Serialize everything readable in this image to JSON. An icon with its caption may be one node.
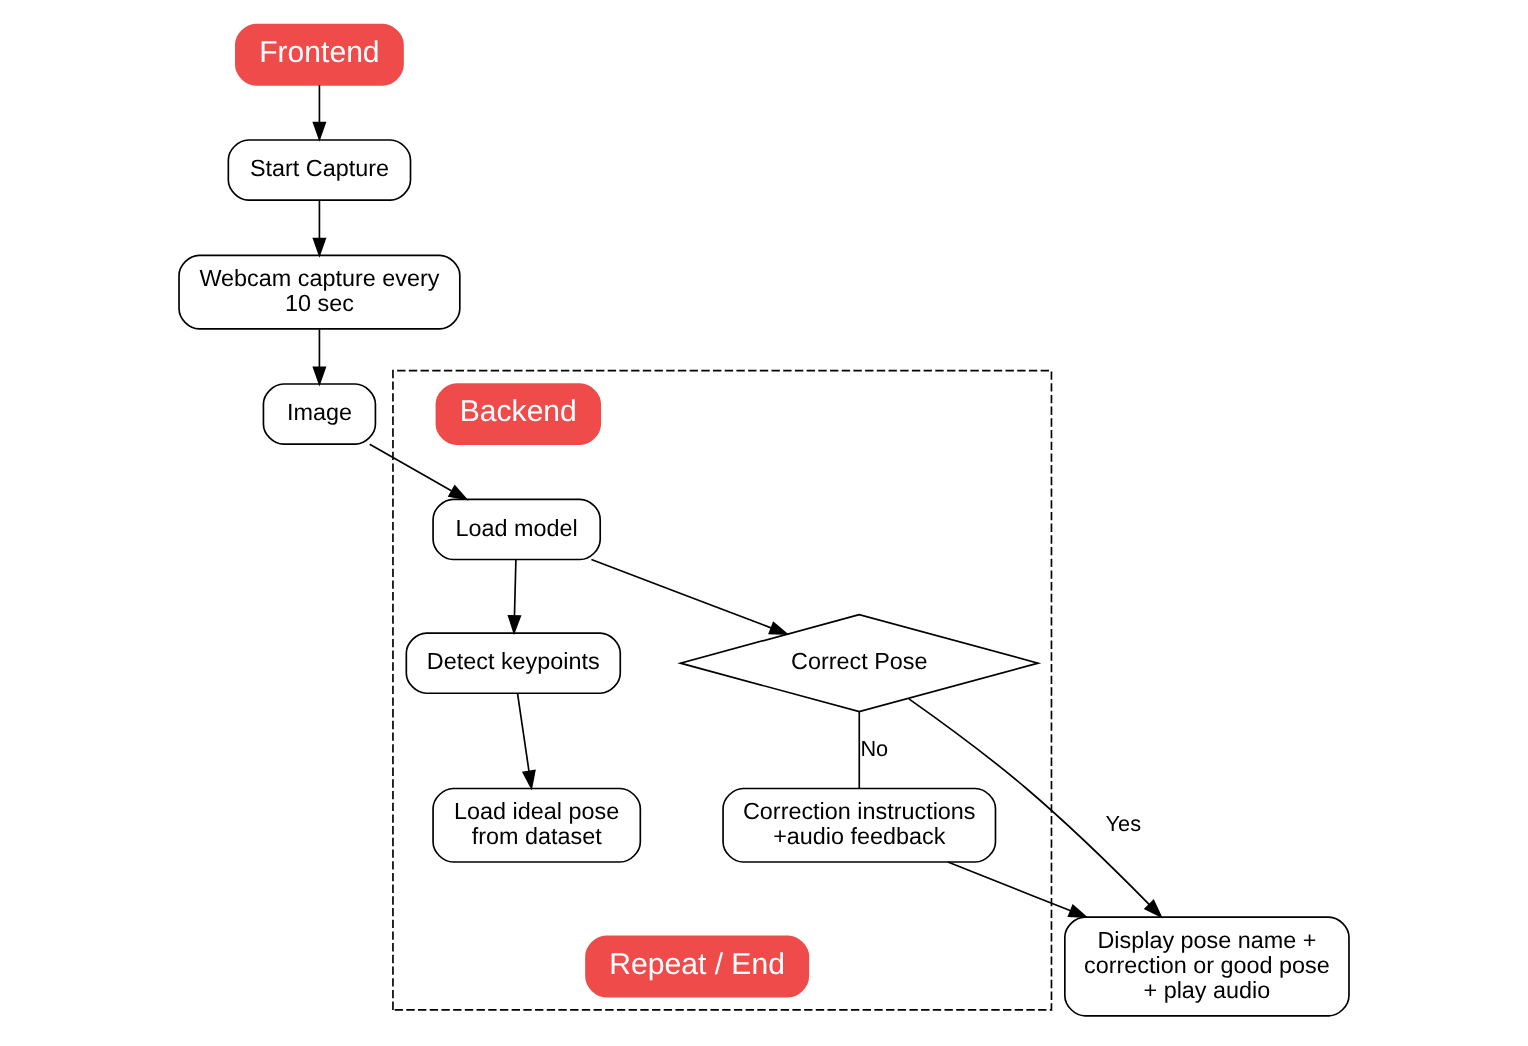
{
  "diagram": {
    "nodes": [
      {
        "text": [
          "Frontend"
        ]
      },
      {
        "text": [
          "Start Capture"
        ]
      },
      {
        "text": [
          "Webcam capture every 10 sec"
        ]
      },
      {
        "text": [
          "Image"
        ]
      },
      {
        "text": [],
        "shape": "box"
      },
      {
        "text": [
          "Backend"
        ],
        "in": 4
      },
      {
        "text": [
          "Load model"
        ],
        "in": 4
      },
      {
        "text": [
          "Detect keypoints"
        ],
        "in": 4
      },
      {
        "text": [
          "Load ideal pose from dataset"
        ],
        "in": 4
      },
      {
        "text": [
          "Correct Pose"
        ],
        "in": 4
      },
      {
        "text": [
          "Correction instructions +audio feedback"
        ],
        "in": 4
      },
      {
        "text": [
          "Display pose name + correction or good pose + play audio"
        ]
      },
      {
        "text": [
          "Repeat / End"
        ],
        "in": 4
      }
    ],
    "edges": [
      {
        "from": 0,
        "to": 1,
        "arrow": "to"
      },
      {
        "from": 1,
        "to": 2,
        "arrow": "to"
      },
      {
        "from": 2,
        "to": 3,
        "arrow": "to"
      },
      {
        "from": 3,
        "to": 6,
        "arrow": "to"
      },
      {
        "from": 6,
        "to": 7,
        "arrow": "to"
      },
      {
        "from": 7,
        "to": 8,
        "arrow": "to"
      },
      {
        "from": 6,
        "to": 9,
        "arrow": "to"
      },
      {
        "from": 9,
        "to": 10,
        "label": "No",
        "arrow": "none"
      },
      {
        "from": 9,
        "to": 11,
        "label": "Yes",
        "arrow": "to"
      },
      {
        "from": 10,
        "to": 11,
        "arrow": "to"
      }
    ]
  }
}
